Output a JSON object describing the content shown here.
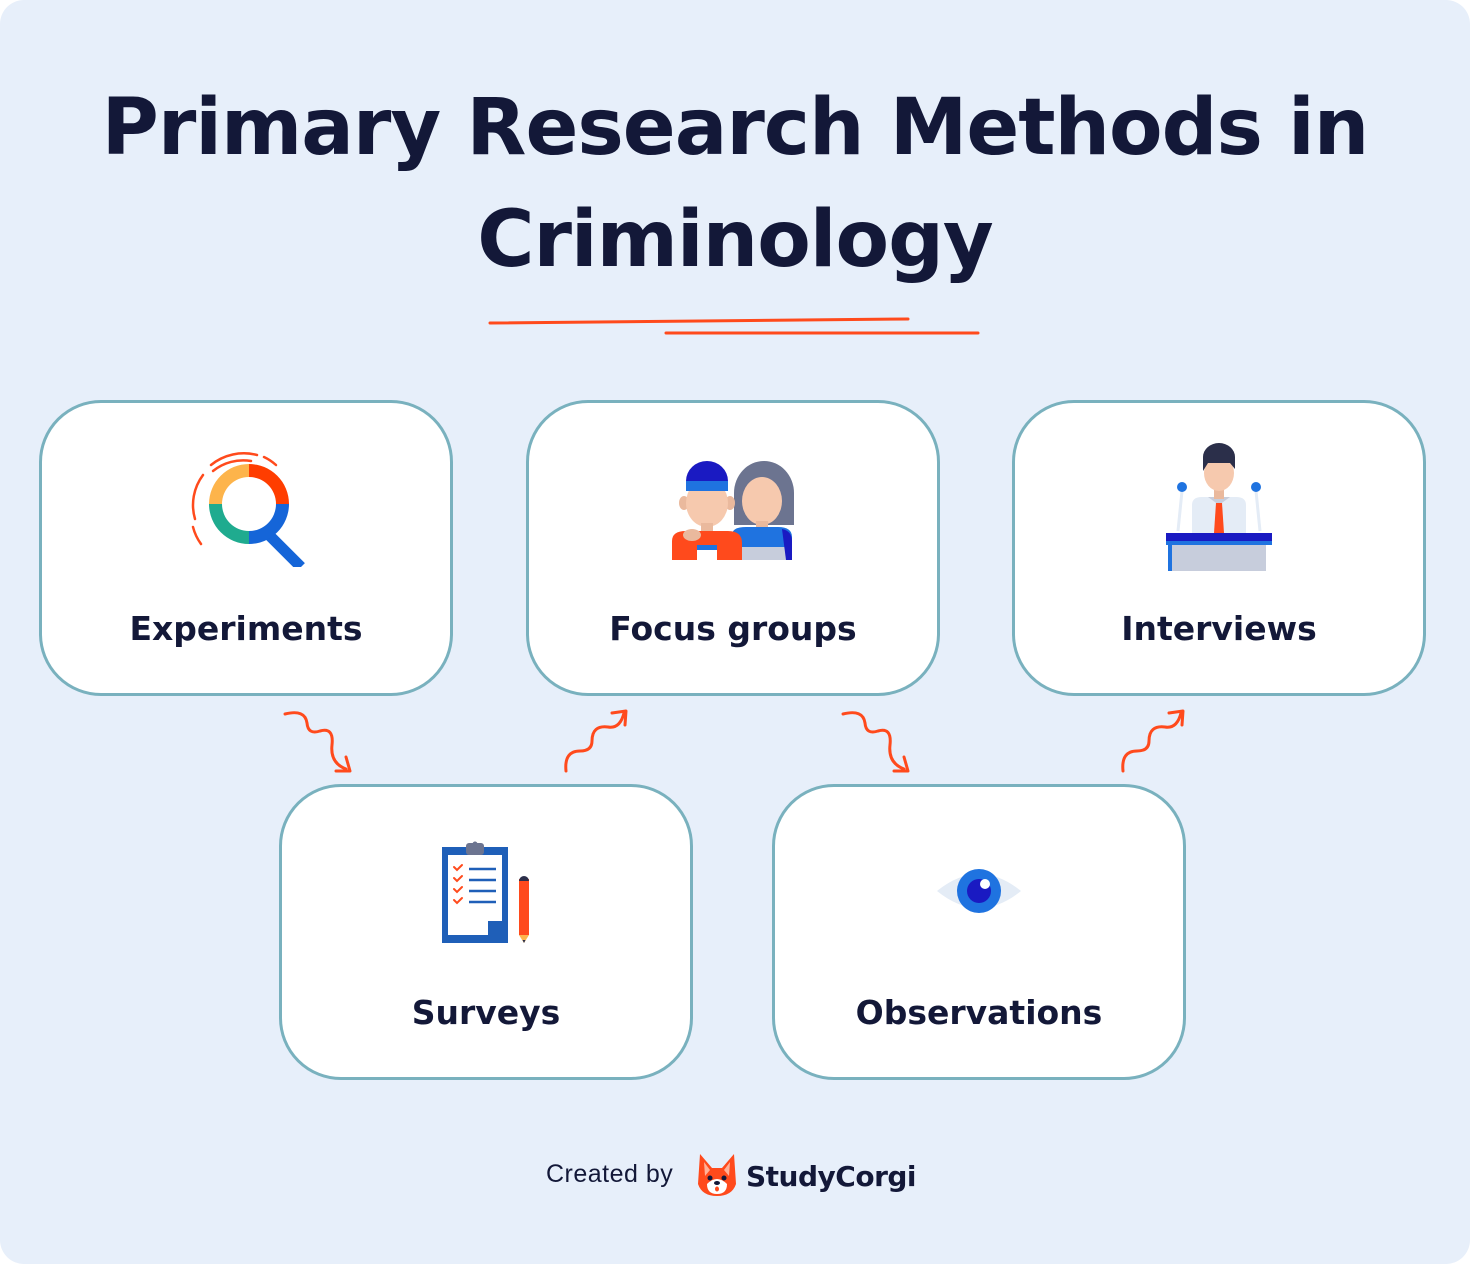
{
  "title": {
    "line1": "Primary Research Methods in",
    "line2": "Criminology"
  },
  "colors": {
    "background": "#e7effa",
    "card_border": "#79b1be",
    "title_text": "#131838",
    "accent_orange": "#ff4a1c",
    "blue": "#1565d8",
    "dark_blue": "#1a1ac2"
  },
  "cards": [
    {
      "label": "Experiments",
      "icon": "magnifier-icon"
    },
    {
      "label": "Focus groups",
      "icon": "people-group-icon"
    },
    {
      "label": "Interviews",
      "icon": "speaker-podium-icon"
    },
    {
      "label": "Surveys",
      "icon": "clipboard-checklist-icon"
    },
    {
      "label": "Observations",
      "icon": "eye-icon"
    }
  ],
  "flow": [
    "Experiments",
    "Surveys",
    "Focus groups",
    "Observations",
    "Interviews"
  ],
  "footer": {
    "created_by": "Created by",
    "brand": "StudyCorgi",
    "logo_icon": "corgi-logo-icon"
  }
}
